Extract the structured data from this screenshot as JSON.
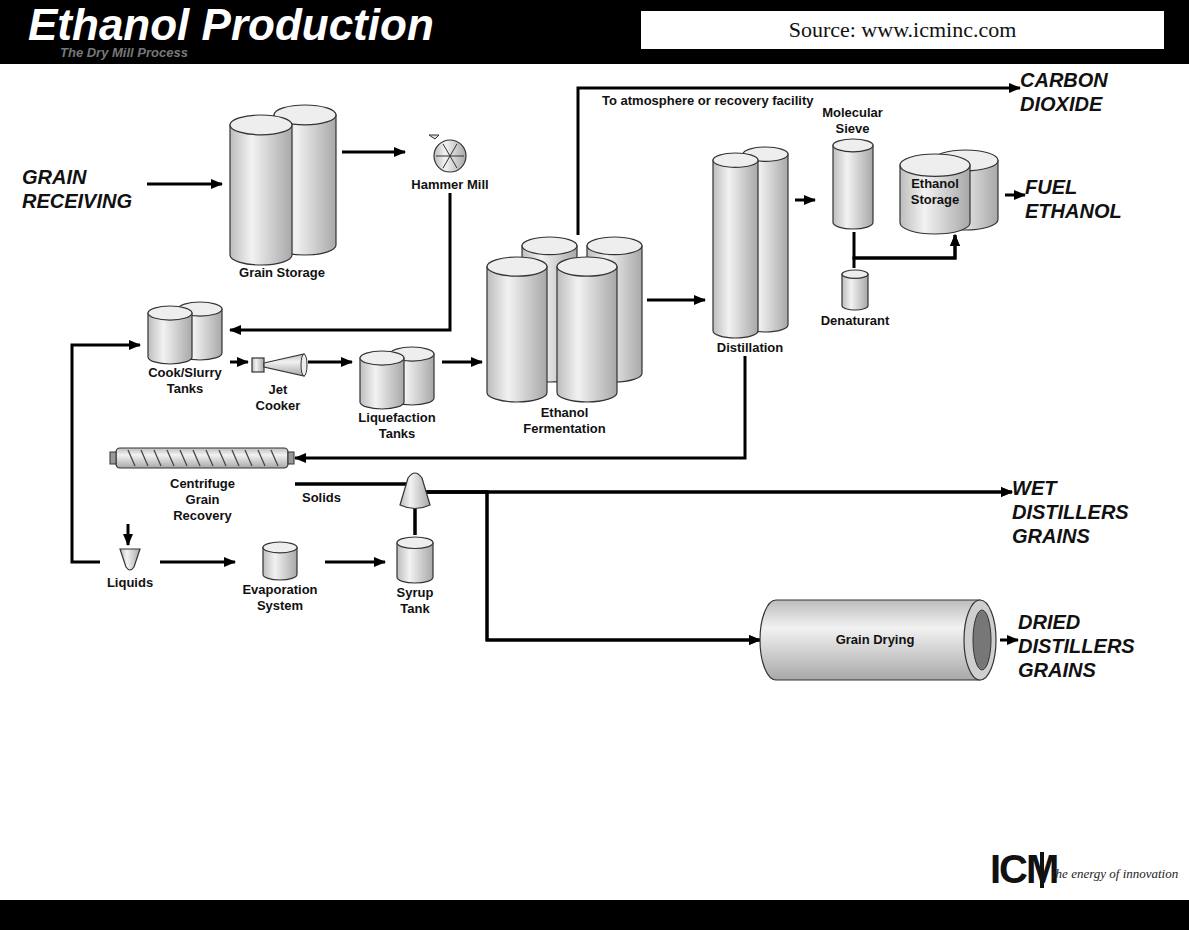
{
  "diagram": {
    "title": "Ethanol Production",
    "nodes": [
      {
        "text": [
          "Source: www.icminc.com"
        ]
      },
      {
        "text": [
          "GRAIN RECEIVING"
        ]
      },
      {
        "text": [
          "Grain Storage"
        ]
      },
      {
        "text": [
          "Hammer Mill"
        ]
      },
      {
        "text": [
          "CARBON DIOXIDE"
        ]
      },
      {
        "text": [
          "Molecular Sieve"
        ]
      },
      {
        "text": [
          "Ethanol Storage"
        ]
      },
      {
        "text": [
          "FUEL ETHANOL"
        ]
      },
      {
        "text": [
          "Cook/Slurry Tanks"
        ]
      },
      {
        "text": [
          "Jet Cooker"
        ]
      },
      {
        "text": [
          "Liquefaction Tanks"
        ]
      },
      {
        "text": [
          "Ethanol Fermentation"
        ]
      },
      {
        "text": [
          "Distillation"
        ]
      },
      {
        "text": [
          "Denaturant"
        ]
      },
      {
        "text": [
          "WET DISTILLERS GRAINS"
        ]
      },
      {
        "text": [
          "Centrifuge Grain Recovery"
        ]
      },
      {
        "text": [
          "Liquids"
        ]
      },
      {
        "text": [
          "Evaporation System"
        ]
      },
      {
        "text": [
          "Syrup Tank"
        ]
      },
      {
        "text": [
          "Grain Drying"
        ]
      },
      {
        "text": [
          "DRIED DISTILLERS GRAINS"
        ]
      }
    ],
    "edges": [
      {
        "from": 1,
        "to": 2,
        "arrow": "to"
      },
      {
        "from": 2,
        "to": 3,
        "arrow": "to"
      },
      {
        "from": 3,
        "to": 8,
        "arrow": "to"
      },
      {
        "from": 8,
        "to": 9,
        "arrow": "to"
      },
      {
        "from": 9,
        "to": 10,
        "arrow": "to"
      },
      {
        "from": 10,
        "to": 11,
        "arrow": "to"
      },
      {
        "from": 11,
        "to": 4,
        "label": "To atmosphere or recovery facility",
        "arrow": "to"
      },
      {
        "from": 11,
        "to": 12,
        "arrow": "to"
      },
      {
        "from": 12,
        "to": 5,
        "arrow": "to"
      },
      {
        "from": 5,
        "to": 6,
        "arrow": "to"
      },
      {
        "from": 13,
        "to": 6,
        "arrow": "to"
      },
      {
        "from": 6,
        "to": 7,
        "arrow": "to"
      },
      {
        "from": 12,
        "to": 15,
        "arrow": "to"
      },
      {
        "from": 15,
        "to": 16,
        "arrow": "to"
      },
      {
        "from": 16,
        "to": 8,
        "arrow": "to"
      },
      {
        "from": 16,
        "to": 17,
        "arrow": "to"
      },
      {
        "from": 17,
        "to": 18,
        "arrow": "to"
      },
      {
        "from": 15,
        "to": 14,
        "arrow": "to"
      },
      {
        "from": 15,
        "to": 19,
        "arrow": "to"
      },
      {
        "from": 18,
        "to": 14,
        "arrow": "to"
      },
      {
        "from": 18,
        "to": 19,
        "arrow": "to"
      },
      {
        "from": 19,
        "to": 20,
        "arrow": "to"
      }
    ],
    "labels": [
      "The Dry Mill Process",
      "Solids",
      "ICM",
      "the energy of innovation"
    ]
  }
}
